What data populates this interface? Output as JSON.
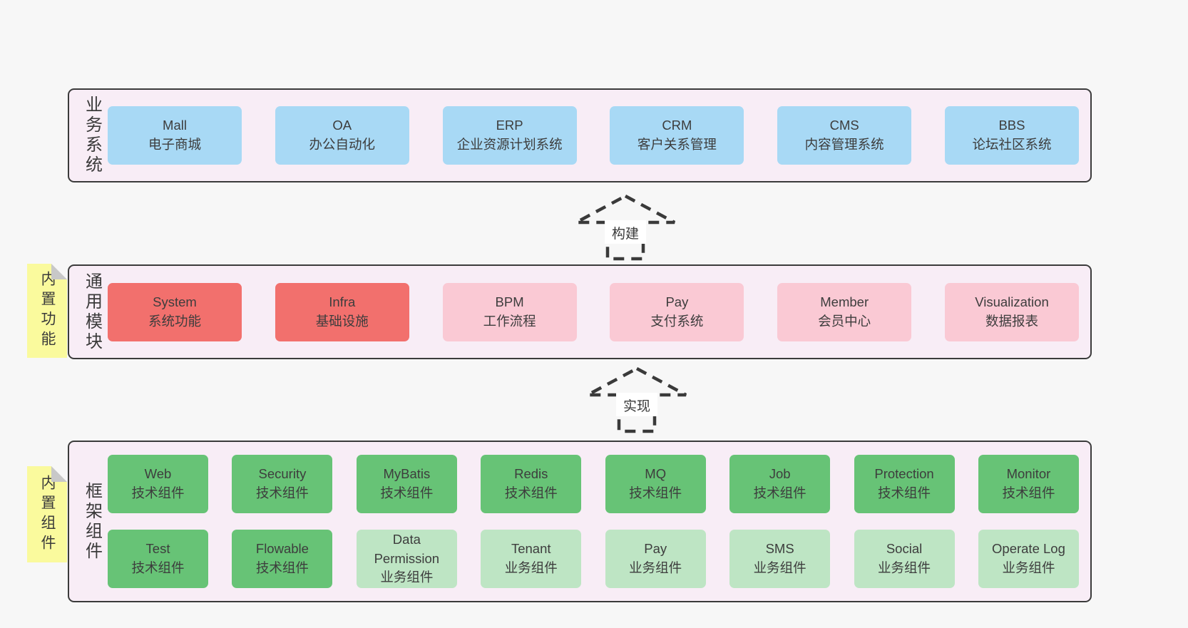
{
  "colors": {
    "page_bg": "#f7f7f7",
    "panel_bg": "#f8edf6",
    "panel_border": "#3b3b3b",
    "blue": "#a8d9f5",
    "red": "#f2706d",
    "pink": "#fac9d4",
    "green_dark": "#67c376",
    "green_light": "#bee5c4",
    "sticky_yellow": "#fafa9d",
    "sticky_fold": "#c8c8c8",
    "text": "#3d3d3d"
  },
  "arrows": [
    {
      "label": "构建"
    },
    {
      "label": "实现"
    }
  ],
  "sections": {
    "business": {
      "label": "业务系统",
      "items": [
        {
          "title": "Mall",
          "subtitle": "电子商城",
          "variant": "blue"
        },
        {
          "title": "OA",
          "subtitle": "办公自动化",
          "variant": "blue"
        },
        {
          "title": "ERP",
          "subtitle": "企业资源计划系统",
          "variant": "blue"
        },
        {
          "title": "CRM",
          "subtitle": "客户关系管理",
          "variant": "blue"
        },
        {
          "title": "CMS",
          "subtitle": "内容管理系统",
          "variant": "blue"
        },
        {
          "title": "BBS",
          "subtitle": "论坛社区系统",
          "variant": "blue"
        }
      ]
    },
    "modules": {
      "label": "通用模块",
      "sticky": "内置功能",
      "items": [
        {
          "title": "System",
          "subtitle": "系统功能",
          "variant": "red"
        },
        {
          "title": "Infra",
          "subtitle": "基础设施",
          "variant": "red"
        },
        {
          "title": "BPM",
          "subtitle": "工作流程",
          "variant": "pink"
        },
        {
          "title": "Pay",
          "subtitle": "支付系统",
          "variant": "pink"
        },
        {
          "title": "Member",
          "subtitle": "会员中心",
          "variant": "pink"
        },
        {
          "title": "Visualization",
          "subtitle": "数据报表",
          "variant": "pink"
        }
      ]
    },
    "framework": {
      "label": "框架组件",
      "sticky": "内置组件",
      "rows": [
        [
          {
            "title": "Web",
            "subtitle": "技术组件",
            "variant": "dark"
          },
          {
            "title": "Security",
            "subtitle": "技术组件",
            "variant": "dark"
          },
          {
            "title": "MyBatis",
            "subtitle": "技术组件",
            "variant": "dark"
          },
          {
            "title": "Redis",
            "subtitle": "技术组件",
            "variant": "dark"
          },
          {
            "title": "MQ",
            "subtitle": "技术组件",
            "variant": "dark"
          },
          {
            "title": "Job",
            "subtitle": "技术组件",
            "variant": "dark"
          },
          {
            "title": "Protection",
            "subtitle": "技术组件",
            "variant": "dark"
          },
          {
            "title": "Monitor",
            "subtitle": "技术组件",
            "variant": "dark"
          }
        ],
        [
          {
            "title": "Test",
            "subtitle": "技术组件",
            "variant": "dark"
          },
          {
            "title": "Flowable",
            "subtitle": "技术组件",
            "variant": "dark"
          },
          {
            "title": "Data Permission",
            "subtitle": "业务组件",
            "variant": "light"
          },
          {
            "title": "Tenant",
            "subtitle": "业务组件",
            "variant": "light"
          },
          {
            "title": "Pay",
            "subtitle": "业务组件",
            "variant": "light"
          },
          {
            "title": "SMS",
            "subtitle": "业务组件",
            "variant": "light"
          },
          {
            "title": "Social",
            "subtitle": "业务组件",
            "variant": "light"
          },
          {
            "title": "Operate Log",
            "subtitle": "业务组件",
            "variant": "light"
          }
        ]
      ]
    }
  }
}
